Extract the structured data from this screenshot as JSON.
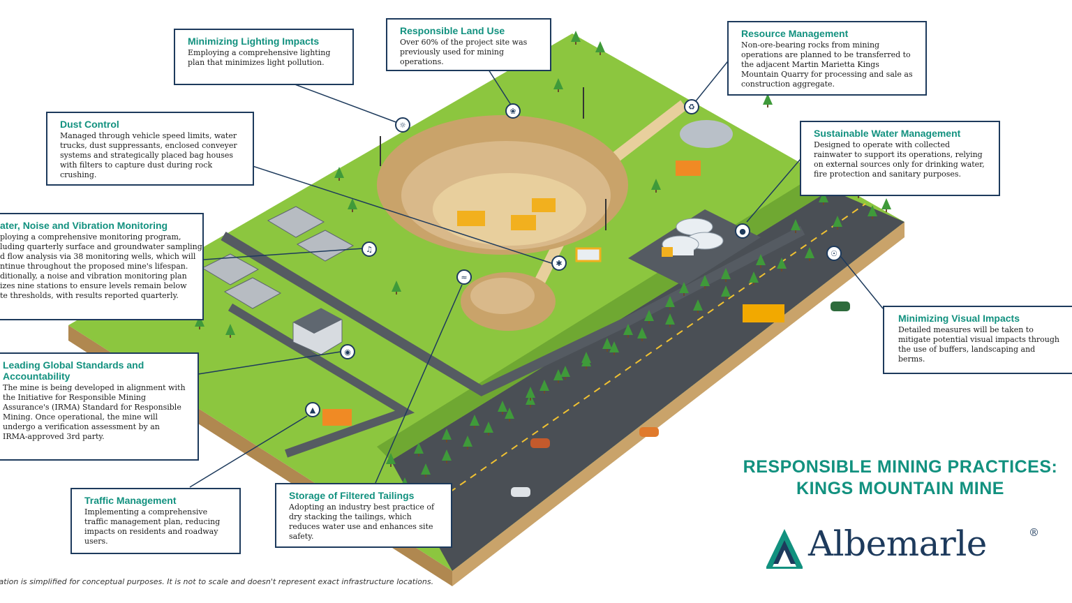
{
  "callouts": {
    "lighting": {
      "title": "Minimizing Lighting Impacts",
      "body": "Employing a comprehensive lighting plan that minimizes light pollution."
    },
    "land_use": {
      "title": "Responsible Land Use",
      "body": "Over 60% of the project site was previously used for mining operations."
    },
    "resource": {
      "title": "Resource Management",
      "body": "Non-ore-bearing rocks from mining operations are planned to be transferred to the adjacent Martin Marietta Kings Mountain Quarry for processing and sale as construction aggregate."
    },
    "dust": {
      "title": "Dust Control",
      "body": "Managed through vehicle speed limits, water trucks, dust suppressants, enclosed conveyer systems and strategically placed bag houses with filters to capture dust during rock crushing."
    },
    "water_mgmt": {
      "title": "Sustainable Water Management",
      "body": "Designed to operate with collected rainwater to support its operations, relying on external sources only for drinking water, fire protection and sanitary purposes."
    },
    "monitoring": {
      "title": "ater, Noise and Vibration Monitoring",
      "lines": [
        "ploying a comprehensive monitoring program,",
        "luding quarterly surface and groundwater sampling",
        "d flow analysis via 38 monitoring wells, which will",
        "ntinue throughout the proposed mine's lifespan.",
        "ditionally, a noise and vibration monitoring plan",
        "izes nine stations to ensure levels remain below",
        "te thresholds, with results reported quarterly."
      ]
    },
    "standards": {
      "title": "Leading Global Standards and Accountability",
      "body": "The mine is being developed in alignment with the Initiative for Responsible Mining Assurance's (IRMA) Standard for Responsible Mining. Once operational, the mine will undergo a verification assessment by an IRMA-approved 3rd party."
    },
    "visual": {
      "title": "Minimizing Visual Impacts",
      "body": "Detailed measures will be taken to mitigate potential visual impacts through the use of buffers, landscaping and berms."
    },
    "traffic": {
      "title": "Traffic Management",
      "body": "Implementing a comprehensive traffic management plan, reducing impacts on residents and roadway users."
    },
    "tailings": {
      "title": "Storage of Filtered Tailings",
      "body": "Adopting an industry best practice of dry stacking the tailings, which reduces water use and enhances site safety."
    }
  },
  "headline": {
    "line1": "RESPONSIBLE MINING PRACTICES:",
    "line2": "KINGS MOUNTAIN MINE"
  },
  "brand": {
    "name": "Albemarle",
    "registered": "®"
  },
  "disclaimer": "ration is simplified for conceptual purposes. It is not to scale and doesn't represent exact infrastructure locations.",
  "colors": {
    "grass": "#8cc63f",
    "grass_dark": "#6fa832",
    "soil_side": "#c9a36a",
    "road": "#4a4f55",
    "pit": "#d9b98a",
    "navy": "#1d3a5c",
    "teal": "#12917f"
  },
  "icons": [
    "lightbulb-icon",
    "leaf-icon",
    "recycle-icon",
    "dust-icon",
    "water-drop-icon",
    "microphone-icon",
    "globe-icon",
    "traffic-cone-icon",
    "eye-icon",
    "tailings-icon"
  ]
}
